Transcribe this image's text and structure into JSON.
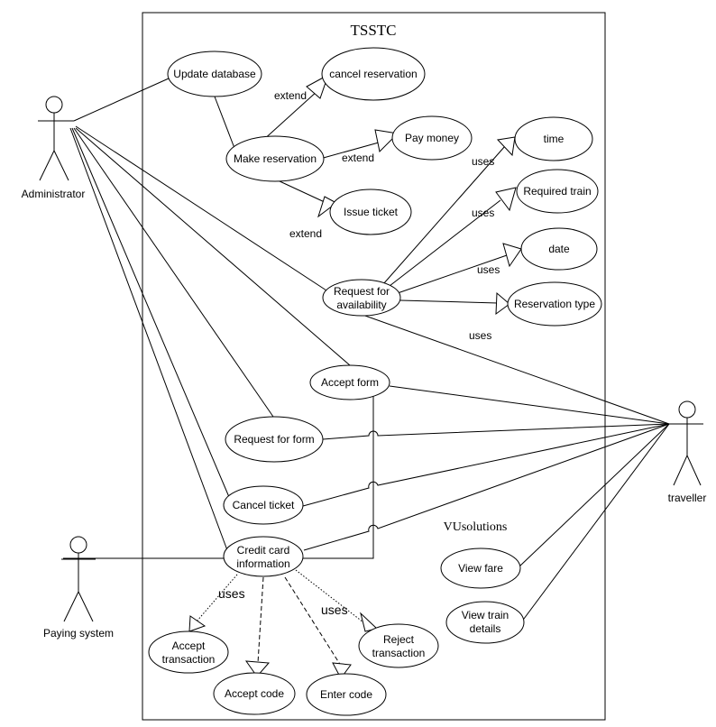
{
  "system": {
    "title": "TSSTC",
    "brand": "VUsolutions"
  },
  "actors": {
    "administrator": "Administrator",
    "traveller": "traveller",
    "paying_system": "Paying system"
  },
  "use_cases": {
    "update_database": "Update database",
    "cancel_reservation": "cancel reservation",
    "make_reservation": "Make reservation",
    "pay_money": "Pay money",
    "issue_ticket": "Issue ticket",
    "time": "time",
    "required_train": "Required train",
    "date": "date",
    "request_availability_1": "Request for",
    "request_availability_2": "availability",
    "reservation_type": "Reservation type",
    "accept_form": "Accept form",
    "request_form": "Request for form",
    "cancel_ticket": "Cancel ticket",
    "credit_card_1": "Credit card",
    "credit_card_2": "information",
    "view_fare": "View fare",
    "view_train_1": "View train",
    "view_train_2": "details",
    "accept_transaction_1": "Accept",
    "accept_transaction_2": "transaction",
    "accept_code": "Accept code",
    "enter_code": "Enter code",
    "reject_transaction_1": "Reject",
    "reject_transaction_2": "transaction"
  },
  "relations": {
    "extend_cancel": "extend",
    "extend_pay": "extend",
    "extend_issue": "extend",
    "uses_time": "uses",
    "uses_train": "uses",
    "uses_date": "uses",
    "uses_type": "uses",
    "uses_accept_tx": "uses",
    "uses_reject_tx": "uses"
  }
}
